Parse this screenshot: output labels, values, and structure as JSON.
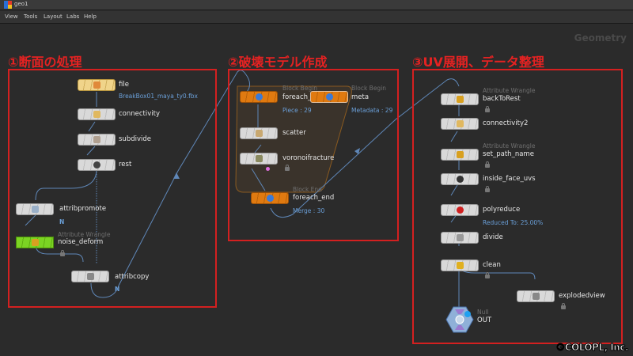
{
  "window": {
    "title": "geo1"
  },
  "menu": [
    "View",
    "Tools",
    "Layout",
    "Labs",
    "Help"
  ],
  "context_label": "Geometry",
  "sections": [
    {
      "title": "①断面の処理"
    },
    {
      "title": "②破壊モデル作成"
    },
    {
      "title": "③UV展開、データ整理"
    }
  ],
  "nodes": {
    "file": {
      "label": "file",
      "info": "BreakBox01_maya_ty0.fbx"
    },
    "connectivity": {
      "label": "connectivity"
    },
    "subdivide": {
      "label": "subdivide"
    },
    "rest": {
      "label": "rest"
    },
    "attribpromote": {
      "label": "attribpromote",
      "flag": "N"
    },
    "noise_deform": {
      "type": "Attribute Wrangle",
      "label": "noise_deform"
    },
    "attribcopy": {
      "label": "attribcopy",
      "flag": "N"
    },
    "foreach_begin": {
      "type": "Block Begin",
      "label": "foreach_begin",
      "info": "Piece : 29"
    },
    "meta": {
      "type": "Block Begin",
      "label": "meta",
      "info": "Metadata : 29"
    },
    "scatter": {
      "label": "scatter"
    },
    "voronoifracture": {
      "label": "voronoifracture"
    },
    "foreach_end": {
      "type": "Block End",
      "label": "foreach_end",
      "info": "Merge : 30"
    },
    "backToRest": {
      "type": "Attribute Wrangle",
      "label": "backToRest"
    },
    "connectivity2": {
      "label": "connectivity2"
    },
    "set_path_name": {
      "type": "Attribute Wrangle",
      "label": "set_path_name"
    },
    "inside_face_uvs": {
      "label": "inside_face_uvs"
    },
    "polyreduce": {
      "label": "polyreduce",
      "info": "Reduced To: 25.00%"
    },
    "divide": {
      "label": "divide"
    },
    "clean": {
      "label": "clean"
    },
    "explodedview": {
      "label": "explodedview"
    },
    "OUT": {
      "type": "Null",
      "label": "OUT"
    }
  },
  "copyright": "©COLOPL, Inc."
}
